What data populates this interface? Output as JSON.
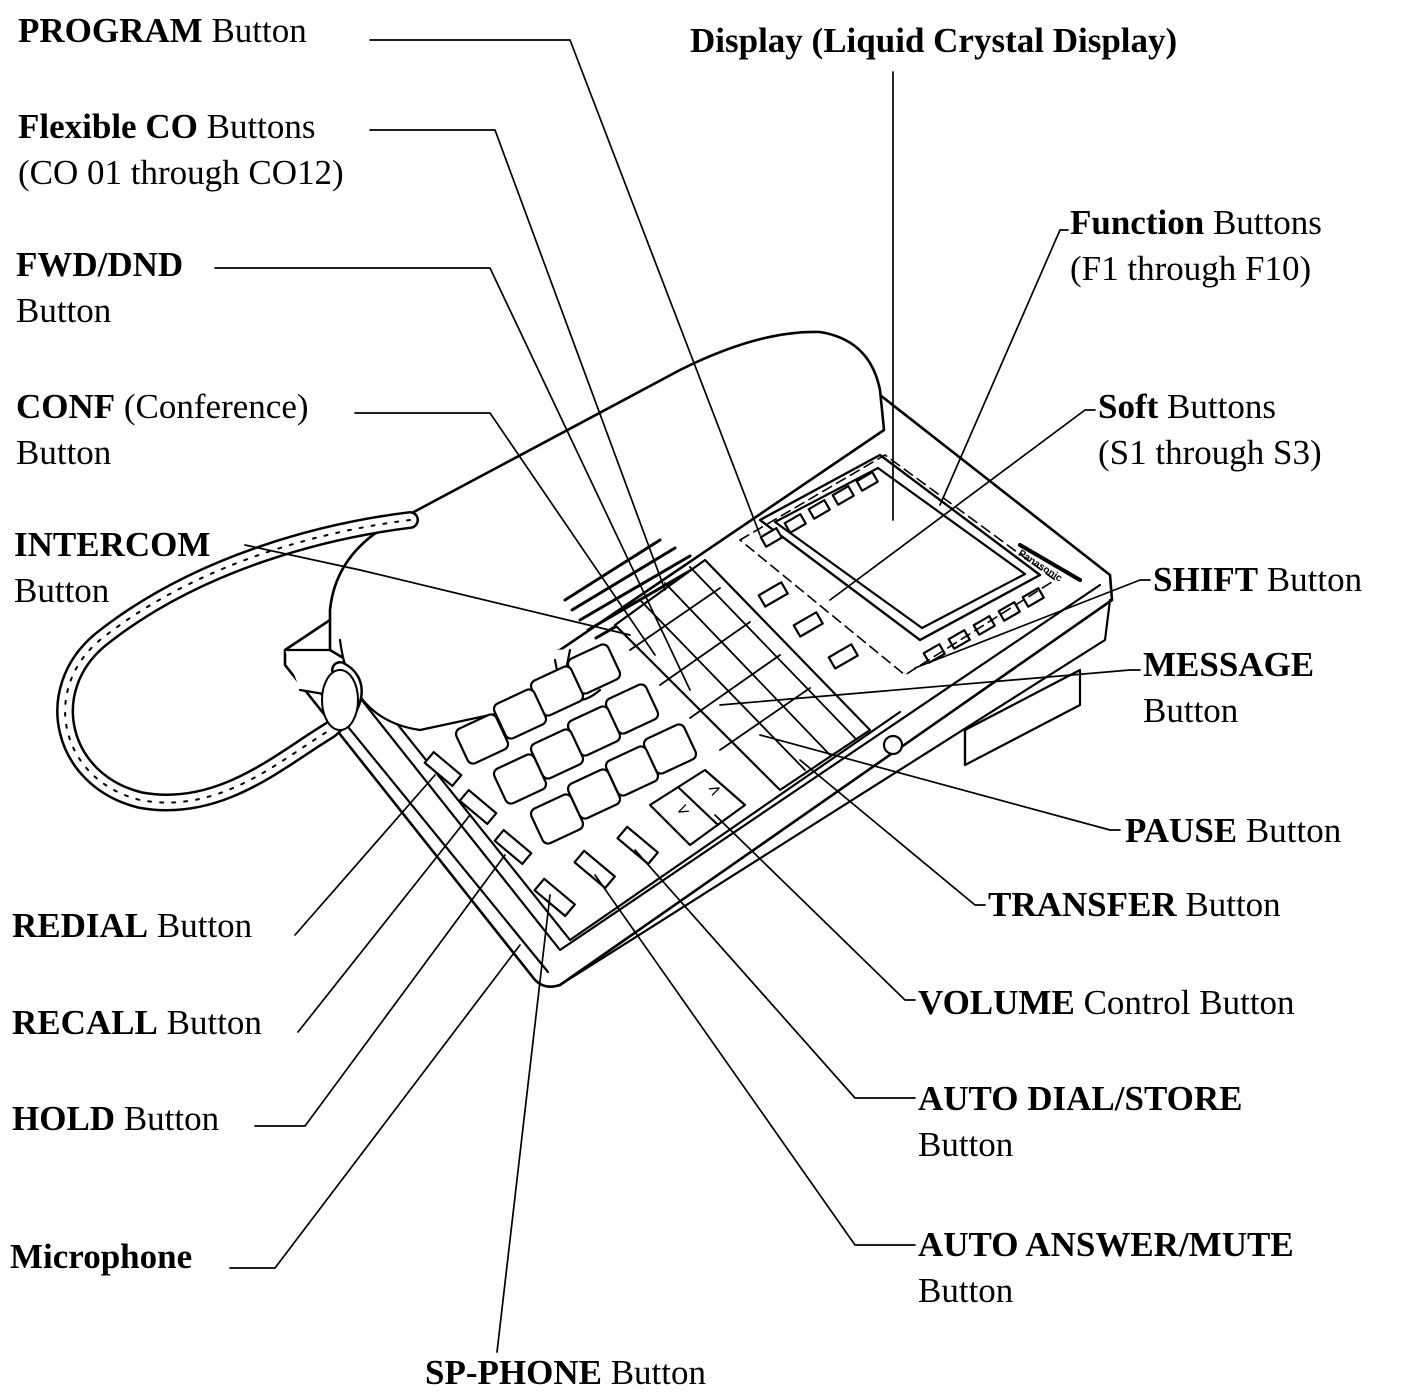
{
  "labels": {
    "program": {
      "bold": "PROGRAM",
      "rest": " Button"
    },
    "display": {
      "bold": "Display (Liquid Crystal Display)"
    },
    "flexible_co": {
      "bold": "Flexible CO",
      "rest": " Buttons",
      "line2": "(CO 01 through CO12)"
    },
    "function": {
      "bold": "Function",
      "rest": " Buttons",
      "line2": "(F1 through F10)"
    },
    "fwd_dnd": {
      "bold": "FWD/DND",
      "line2": "Button"
    },
    "conf": {
      "bold": "CONF",
      "rest": " (Conference)",
      "line2": "Button"
    },
    "soft": {
      "bold": "Soft",
      "rest": " Buttons",
      "line2": "(S1 through S3)"
    },
    "intercom": {
      "bold": "INTERCOM",
      "line2": "Button"
    },
    "shift": {
      "bold": "SHIFT",
      "rest": " Button"
    },
    "message": {
      "bold": "MESSAGE",
      "line2": "Button"
    },
    "pause": {
      "bold": "PAUSE",
      "rest": " Button"
    },
    "transfer": {
      "bold": "TRANSFER",
      "rest": " Button"
    },
    "redial": {
      "bold": "REDIAL",
      "rest": " Button"
    },
    "recall": {
      "bold": "RECALL",
      "rest": " Button"
    },
    "volume": {
      "bold": "VOLUME",
      "rest": " Control Button"
    },
    "hold": {
      "bold": "HOLD",
      "rest": " Button"
    },
    "auto_dial": {
      "bold": "AUTO DIAL/STORE",
      "line2": "Button"
    },
    "microphone": {
      "bold": "Microphone"
    },
    "auto_answer": {
      "bold": "AUTO ANSWER/MUTE",
      "line2": "Button"
    },
    "sp_phone": {
      "bold": "SP-PHONE",
      "rest": " Button"
    }
  },
  "phone": {
    "brand": "Panasonic",
    "volume_down": "<",
    "volume_up": ">"
  }
}
